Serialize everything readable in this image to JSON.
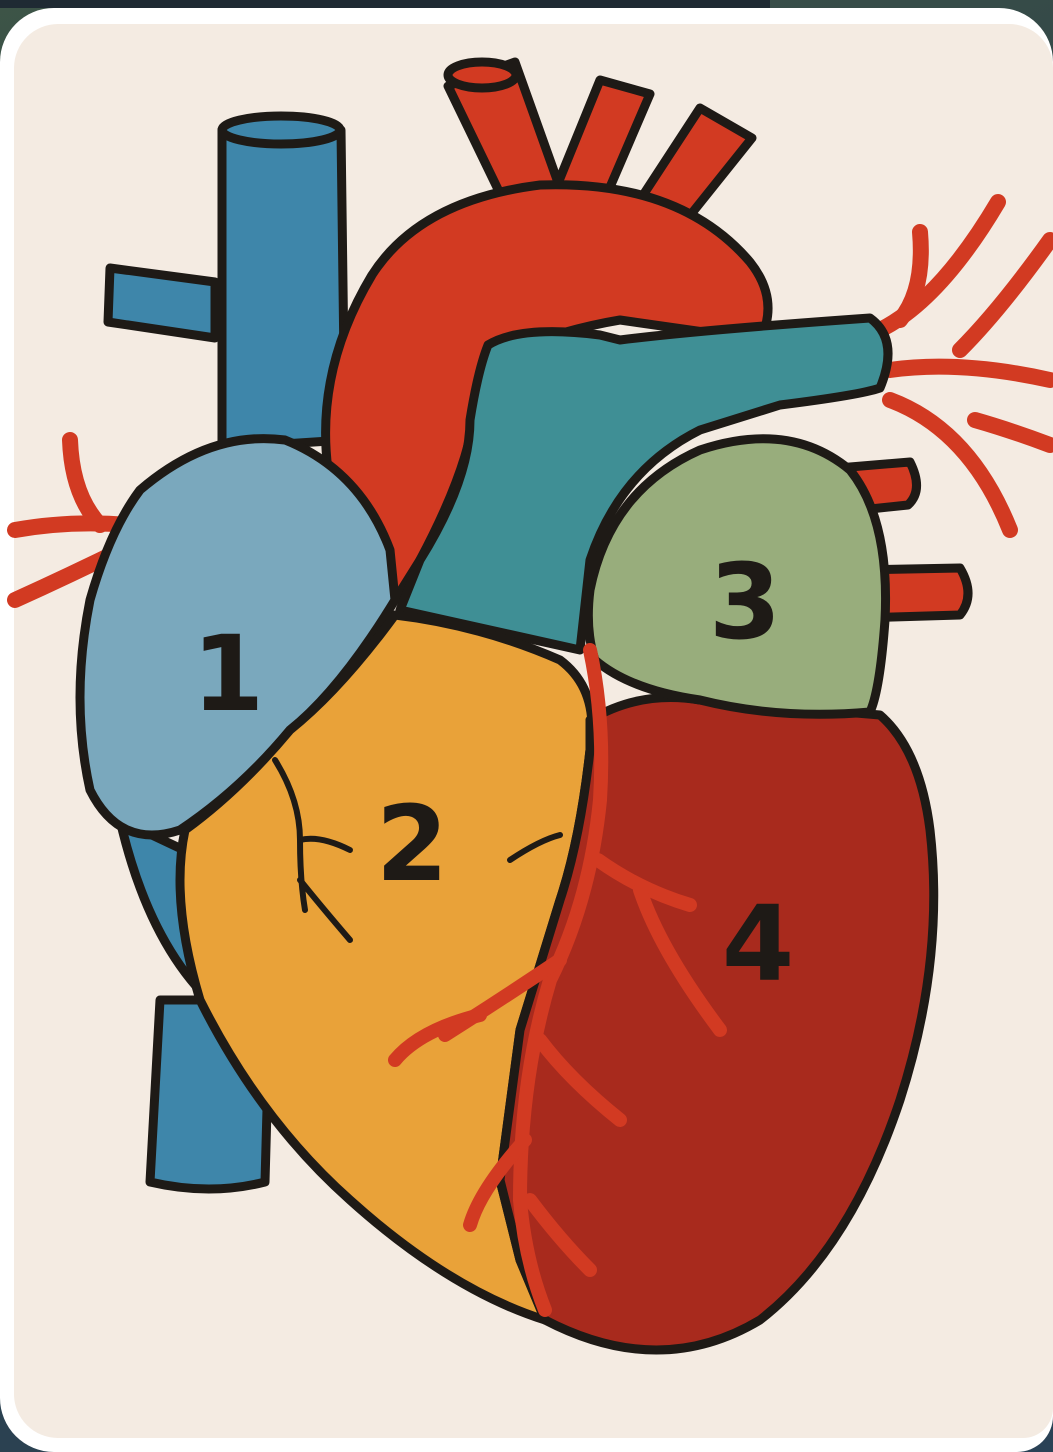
{
  "diagram": {
    "labels": [
      {
        "id": "region-1",
        "text": "1"
      },
      {
        "id": "region-2",
        "text": "2"
      },
      {
        "id": "region-3",
        "text": "3"
      },
      {
        "id": "region-4",
        "text": "4"
      }
    ]
  },
  "colors": {
    "background": "#f4ebe2",
    "outline": "#1e1a16",
    "vena_cava": "#3e86aa",
    "right_atrium": "#7aa8bd",
    "right_ventricle": "#e9a239",
    "left_atrium": "#98ad7c",
    "left_ventricle": "#a82a1d",
    "aorta": "#d23a22",
    "pulmonary_artery": "#3f8f95",
    "coronary_vessels": "#d23a22"
  }
}
